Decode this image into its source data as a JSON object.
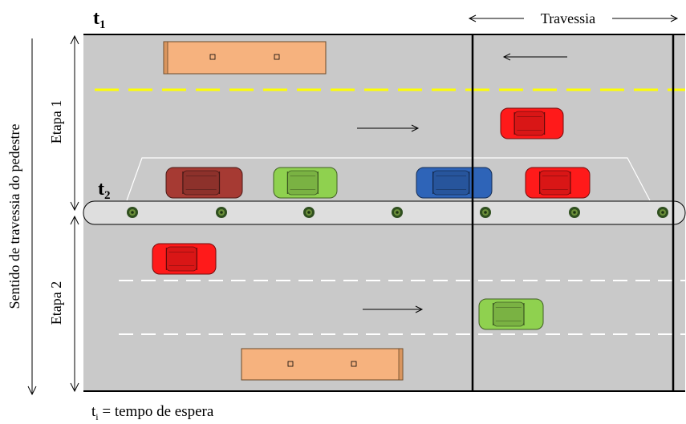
{
  "labels": {
    "t1_main": "t",
    "t1_sub": "1",
    "t2_main": "t",
    "t2_sub": "2",
    "travessia": "Travessia",
    "etapa1": "Etapa 1",
    "etapa2": "Etapa 2",
    "sentido": "Sentido de travessia do pedestre",
    "legend_main": "t",
    "legend_sub": "i",
    "legend_rest": " = tempo de espera"
  },
  "colors": {
    "road": "#c9c9c9",
    "median": "#dedede",
    "yellow_line": "#ffff00",
    "white_line": "#ffffff",
    "bus": "#f6b27e",
    "car_red": "#ff1a1a",
    "car_darkred": "#a63a33",
    "car_green": "#8fd14f",
    "car_blue": "#2e64b8",
    "tree": "#2f4f1f"
  },
  "icons": {
    "bus": "bus-icon",
    "car": "car-icon",
    "tree": "tree-icon",
    "arrow": "arrow-icon"
  }
}
